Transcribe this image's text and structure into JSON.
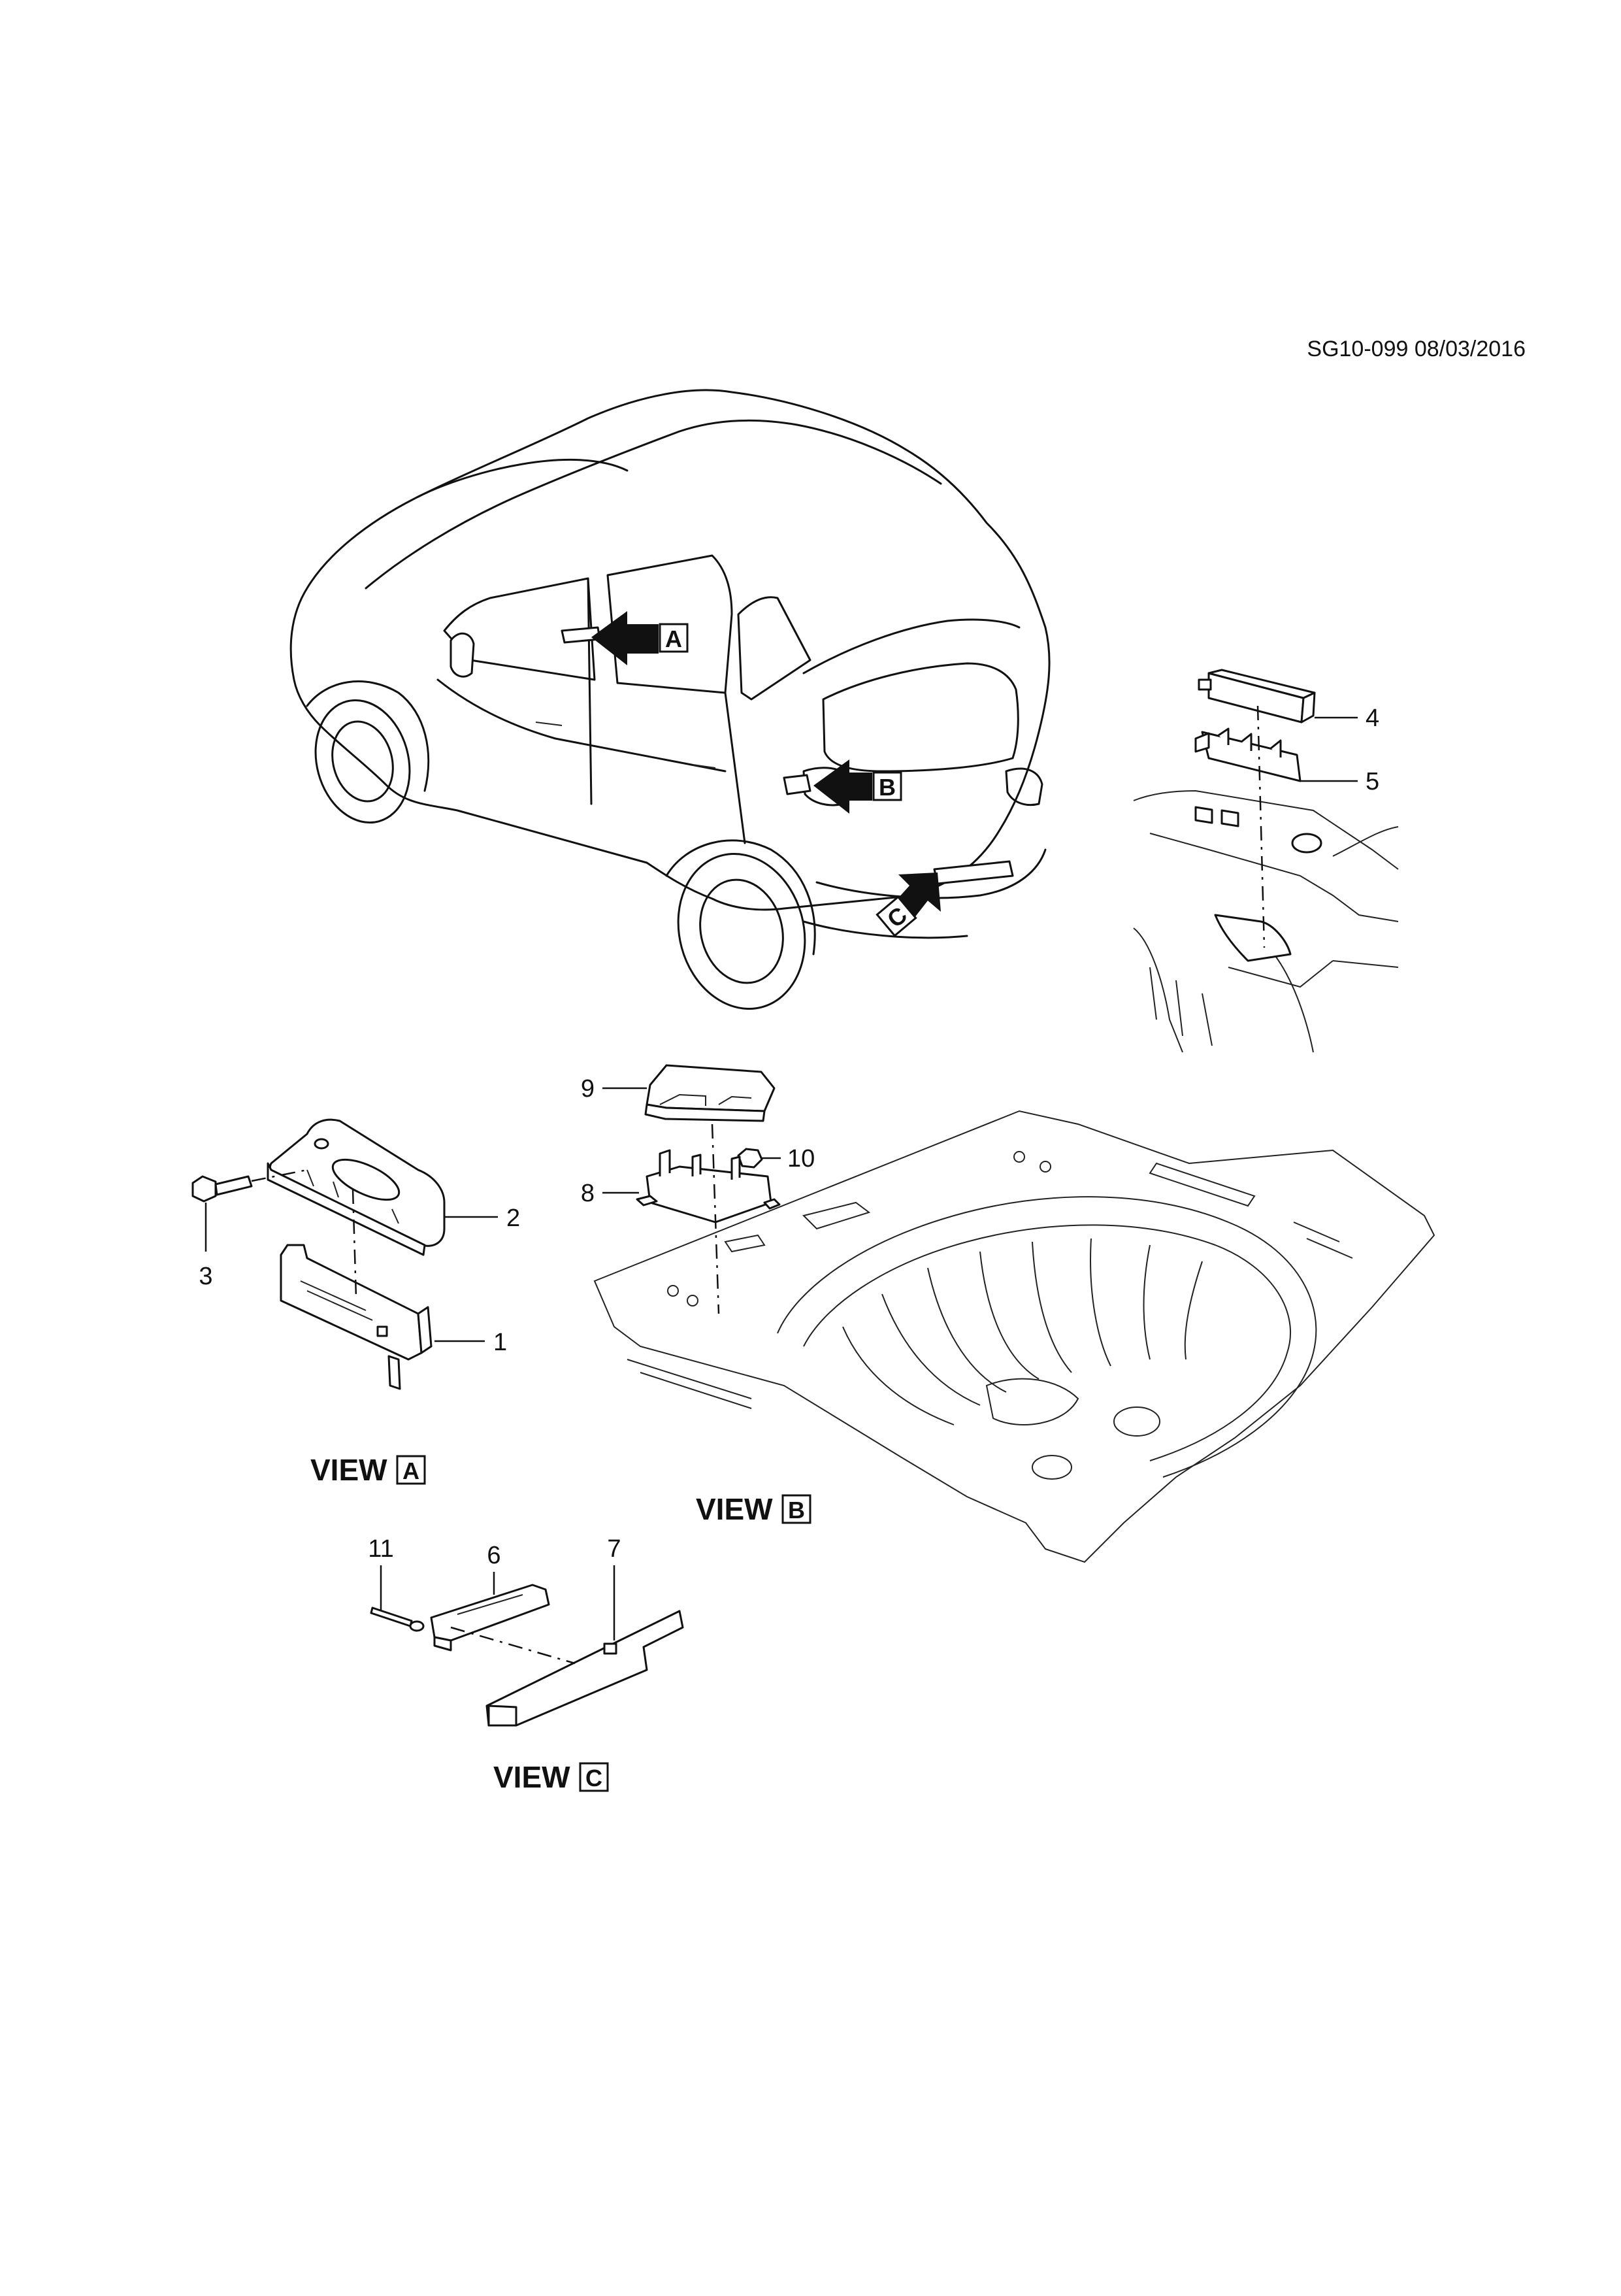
{
  "header": {
    "drawing_id": "SG10-099 08/03/2016"
  },
  "callouts": [
    {
      "number": "1"
    },
    {
      "number": "2"
    },
    {
      "number": "3"
    },
    {
      "number": "4"
    },
    {
      "number": "5"
    },
    {
      "number": "6"
    },
    {
      "number": "7"
    },
    {
      "number": "8"
    },
    {
      "number": "9"
    },
    {
      "number": "10"
    },
    {
      "number": "11"
    }
  ],
  "view_markers": {
    "a": "A",
    "b": "B",
    "c": "C"
  },
  "views": {
    "a": {
      "prefix": "VIEW",
      "letter": "A"
    },
    "b": {
      "prefix": "VIEW",
      "letter": "B"
    },
    "c": {
      "prefix": "VIEW",
      "letter": "C"
    }
  }
}
